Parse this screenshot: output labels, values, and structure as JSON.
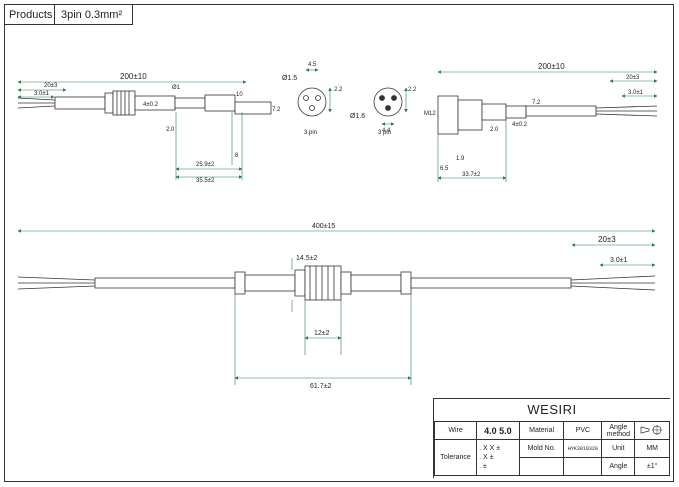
{
  "header": {
    "products_label": "Products",
    "spec": "3pin  0.3mm²"
  },
  "top_left": {
    "length": "200±10",
    "strip": "20±3",
    "core": "3.0±1",
    "dia": "Ø1",
    "thick": "4±0.2",
    "tip": "2.0",
    "h10": "10",
    "h7": "7.2",
    "l1": "25.9±2",
    "l2": "35.5±2",
    "l3": "8"
  },
  "front": {
    "d1": "Ø1.5",
    "w": "4.5",
    "h": "2.2",
    "label": "3 pin"
  },
  "back": {
    "d1": "Ø1.6",
    "w": "4.4",
    "h": "2.2",
    "label": "3 pin"
  },
  "top_right": {
    "length": "200±10",
    "strip": "20±3",
    "core": "3.0±1",
    "h": "7.2",
    "thick": "4±0.2",
    "tip": "2.0",
    "m12": "M12",
    "d6": "6.5",
    "d19": "1.9",
    "l1": "33.7±2"
  },
  "bottom": {
    "total": "400±15",
    "strip": "20±3",
    "core": "3.0±1",
    "dia": "14.5±2",
    "nut": "12±2",
    "body": "61.7±2"
  },
  "title_block": {
    "brand": "WESIRI",
    "wire_label": "Wire",
    "wire_value": "4.0   5.0",
    "material_label": "Material",
    "material_value": "PVC",
    "angle_method_label": "Angle method",
    "tolerance_label": "Tolerance",
    "tol_1": ". X X ±",
    "tol_2": ". X ±",
    "tol_3": ". ±",
    "mold_label": "Mold No.",
    "mold_value": "HYK3019328",
    "unit_label": "Unit",
    "unit_value": "MM",
    "angle_label": "Angle",
    "angle_value": "±1°"
  }
}
